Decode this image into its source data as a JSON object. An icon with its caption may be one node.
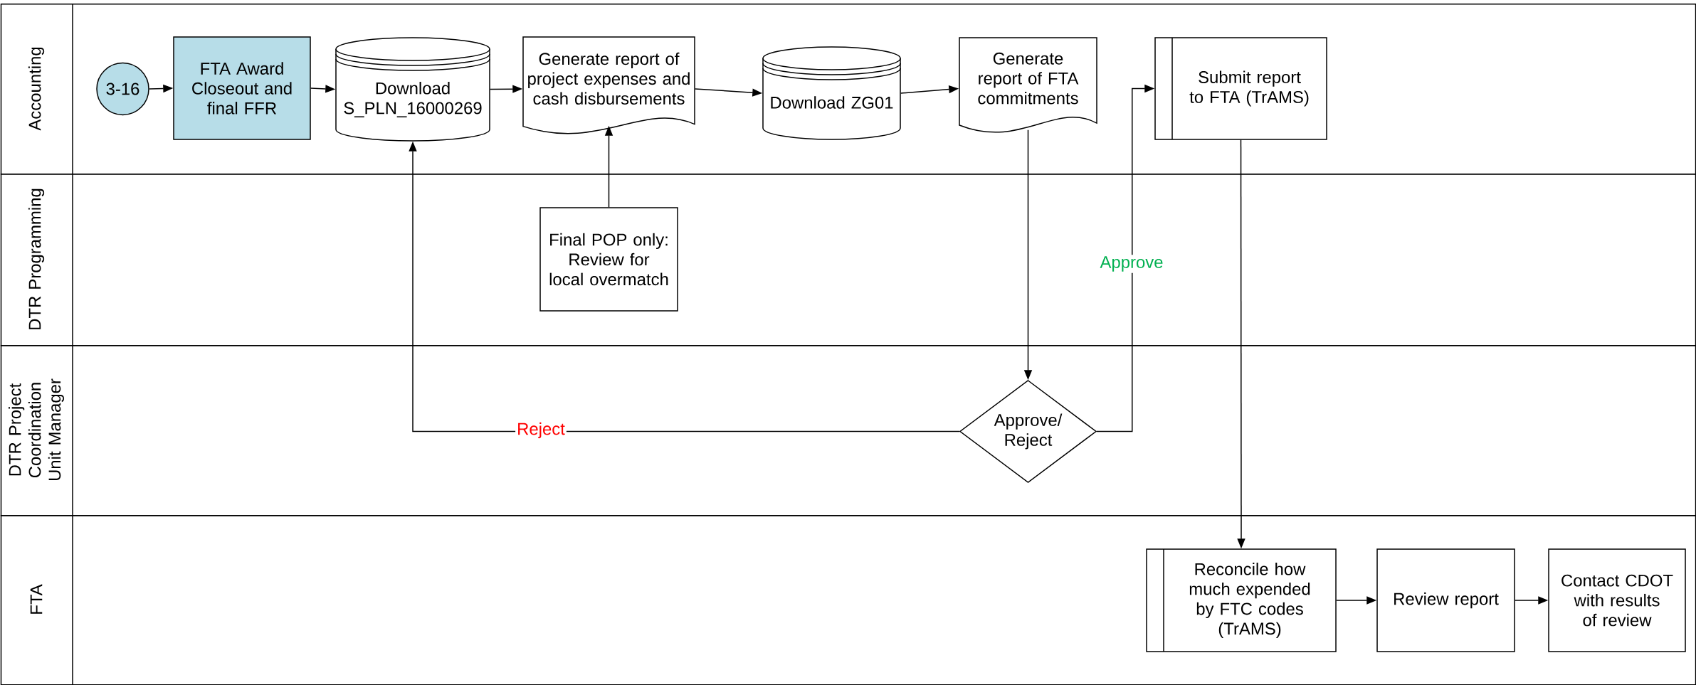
{
  "diagram": {
    "nodes": [
      {
        "text": [
          "Accounting"
        ]
      },
      {
        "text": [
          "3-16"
        ],
        "in": 0
      },
      {
        "text": [
          "FTA Award Closeout and final FFR"
        ],
        "in": 0
      },
      {
        "text": [
          "Download S_PLN_16000269"
        ],
        "in": 0
      },
      {
        "text": [
          "Generate report of project expenses and cash disbursements"
        ],
        "in": 0
      },
      {
        "text": [
          "Download ZG01"
        ],
        "in": 0
      },
      {
        "text": [
          "Generate report of FTA commitments"
        ],
        "in": 0
      },
      {
        "text": [
          "Submit report to FTA (TrAMS)"
        ],
        "in": 0
      },
      {
        "text": [
          "DTR Programming"
        ]
      },
      {
        "text": [
          "Final POP only: Review for local overmatch"
        ],
        "in": 8
      },
      {
        "text": [
          "DTR Project Coordination Unit Manager"
        ]
      },
      {
        "text": [
          "Approve/ Reject"
        ],
        "in": 10
      },
      {
        "text": [
          "FTA"
        ]
      },
      {
        "text": [
          "Reconcile how much expended by FTC codes (TrAMS)"
        ],
        "in": 12
      },
      {
        "text": [
          "Review report"
        ],
        "in": 12
      },
      {
        "text": [
          "Contact CDOT with results of review"
        ],
        "in": 12
      }
    ],
    "edges": [
      {
        "from": 1,
        "to": 2,
        "arrow": "to"
      },
      {
        "from": 2,
        "to": 3,
        "arrow": "to"
      },
      {
        "from": 3,
        "to": 4,
        "arrow": "to"
      },
      {
        "from": 4,
        "to": 5,
        "arrow": "to"
      },
      {
        "from": 5,
        "to": 6,
        "arrow": "to"
      },
      {
        "from": 9,
        "to": 4,
        "arrow": "to"
      },
      {
        "from": 6,
        "to": 11,
        "arrow": "to"
      },
      {
        "from": 11,
        "to": 7,
        "arrow": "to",
        "label": "Approve"
      },
      {
        "from": 11,
        "to": 3,
        "arrow": "to",
        "label": "Reject"
      },
      {
        "from": 7,
        "to": 13,
        "arrow": "to"
      },
      {
        "from": 13,
        "to": 14,
        "arrow": "to"
      },
      {
        "from": 14,
        "to": 15,
        "arrow": "to"
      }
    ]
  }
}
